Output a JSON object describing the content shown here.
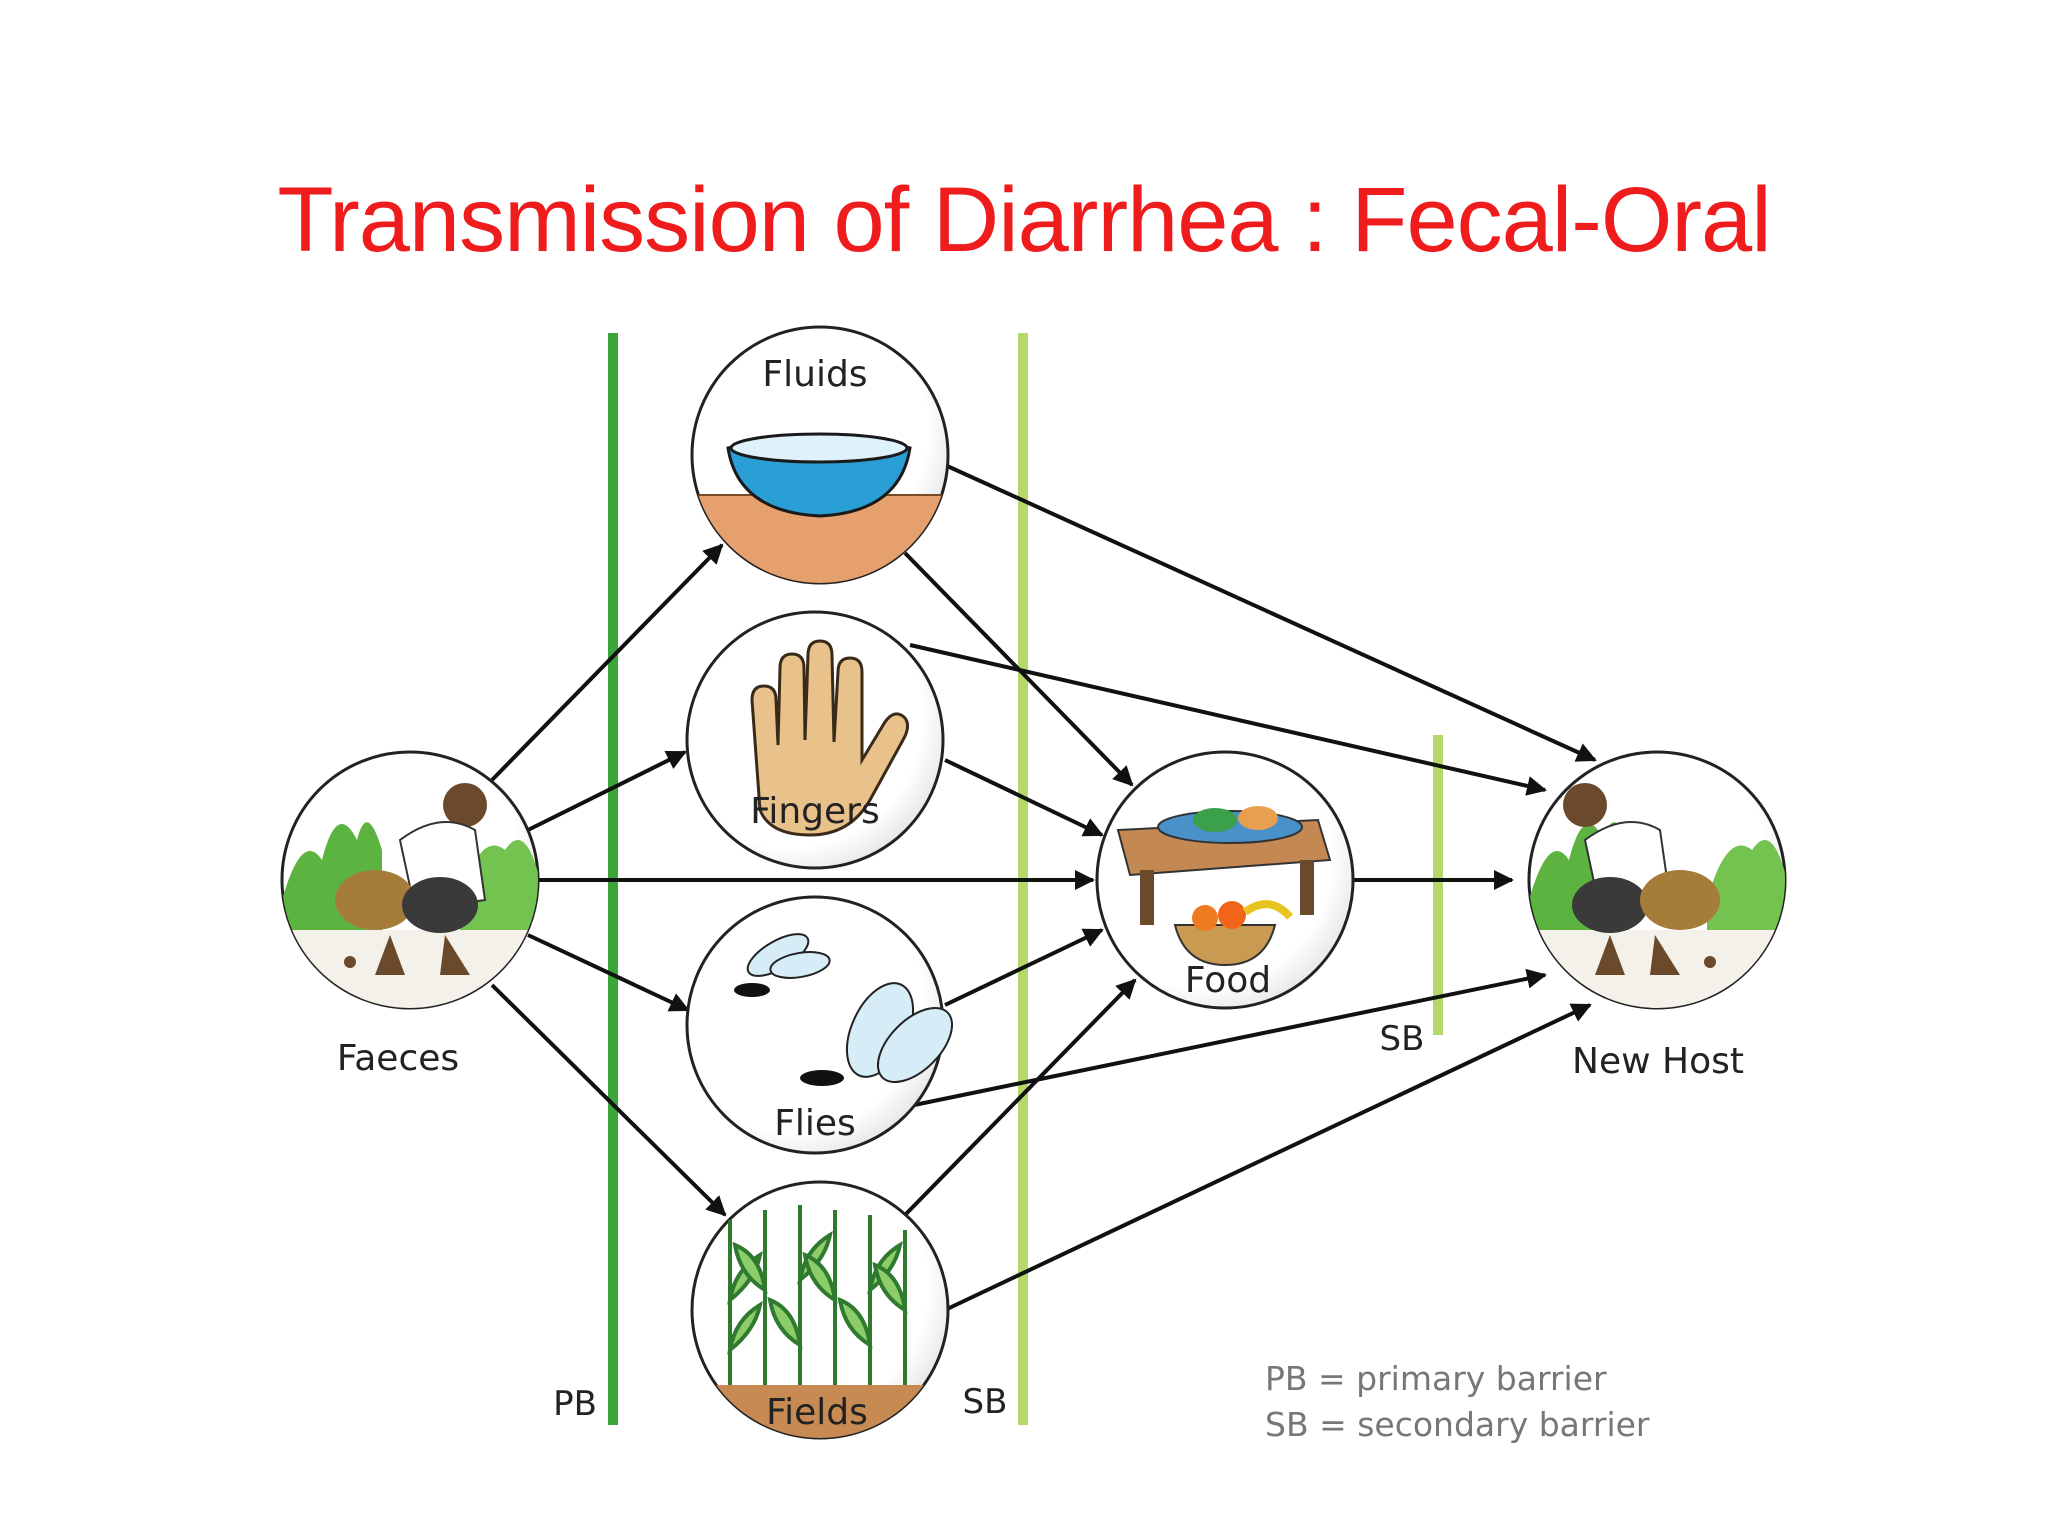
{
  "title": "Transmission of Diarrhea : Fecal-Oral",
  "nodes": {
    "faeces": "Faeces",
    "fluids": "Fluids",
    "fingers": "Fingers",
    "flies": "Flies",
    "fields": "Fields",
    "food": "Food",
    "new_host": "New Host"
  },
  "barriers": {
    "primary": "PB",
    "secondary": "SB",
    "secondary_near_food": "SB"
  },
  "legend": {
    "line1": "PB = primary barrier",
    "line2": "SB = secondary barrier"
  },
  "colors": {
    "title": "#ee1c1c",
    "primary_barrier": "#3aa63a",
    "secondary_barrier": "#b5d86a"
  }
}
